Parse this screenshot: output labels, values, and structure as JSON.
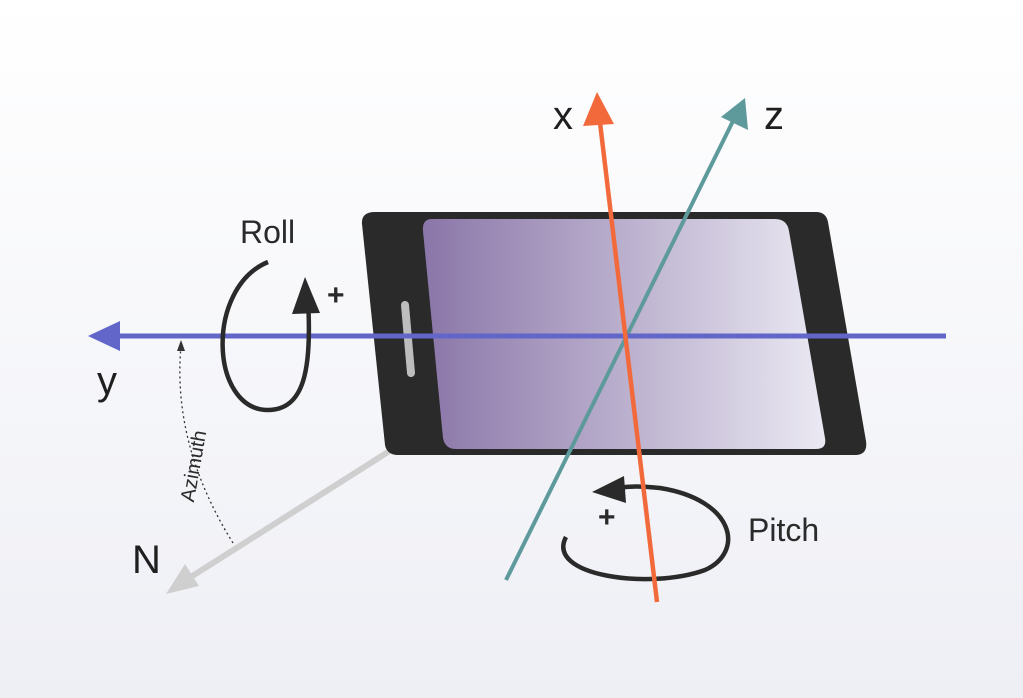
{
  "labels": {
    "x_axis": "x",
    "y_axis": "y",
    "z_axis": "z",
    "north": "N",
    "roll": "Roll",
    "pitch": "Pitch",
    "azimuth": "Azimuth",
    "roll_sign": "+",
    "pitch_sign": "+"
  },
  "colors": {
    "x_axis": "#f26a3c",
    "y_axis": "#6166c8",
    "z_axis": "#5e9a9c",
    "north": "#cfcfcf",
    "phone_body": "#2a2a2a",
    "screen_dark": "#8a76a8",
    "screen_light": "#e9e7f2",
    "rotation_arrows": "#2a2a2a"
  }
}
